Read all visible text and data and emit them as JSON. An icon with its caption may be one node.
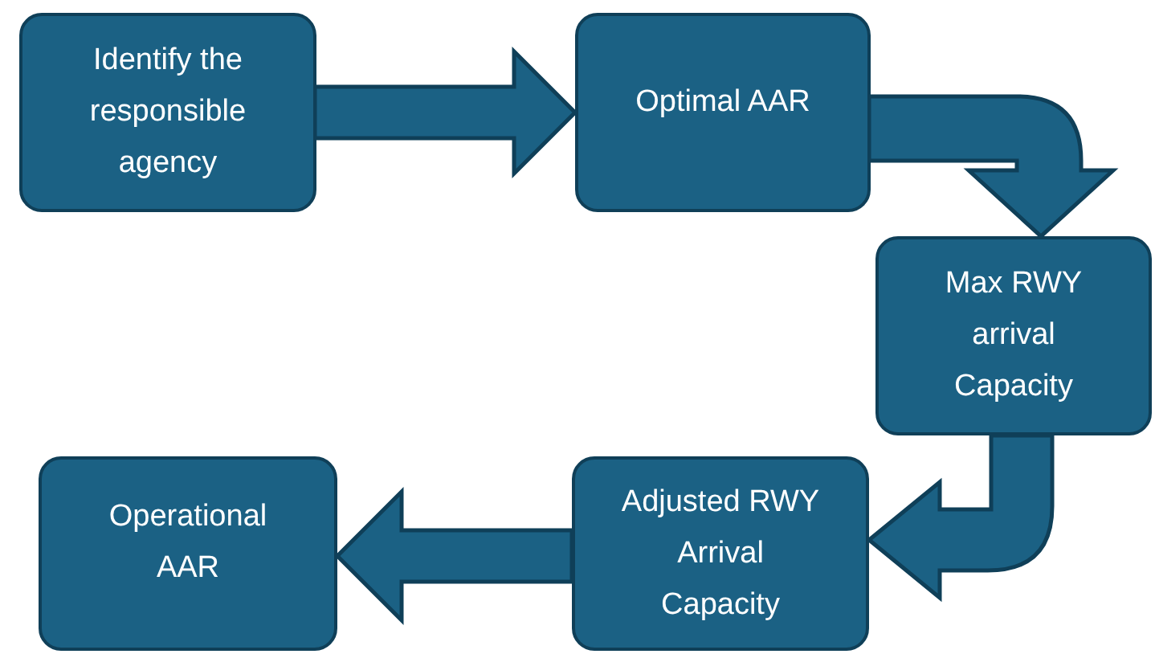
{
  "diagram": {
    "nodes": [
      {
        "text": [
          "Identify the responsible agency"
        ]
      },
      {
        "text": [
          "Optimal AAR"
        ]
      },
      {
        "text": [
          "Max RWY arrival Capacity"
        ]
      },
      {
        "text": [
          "Adjusted RWY Arrival Capacity"
        ]
      },
      {
        "text": [
          "Operational AAR"
        ]
      }
    ],
    "edges": [
      {
        "from": 0,
        "to": 1,
        "arrow": "to"
      },
      {
        "from": 1,
        "to": 2,
        "arrow": "to"
      },
      {
        "from": 2,
        "to": 3,
        "arrow": "to"
      },
      {
        "from": 3,
        "to": 4,
        "arrow": "to"
      }
    ]
  }
}
